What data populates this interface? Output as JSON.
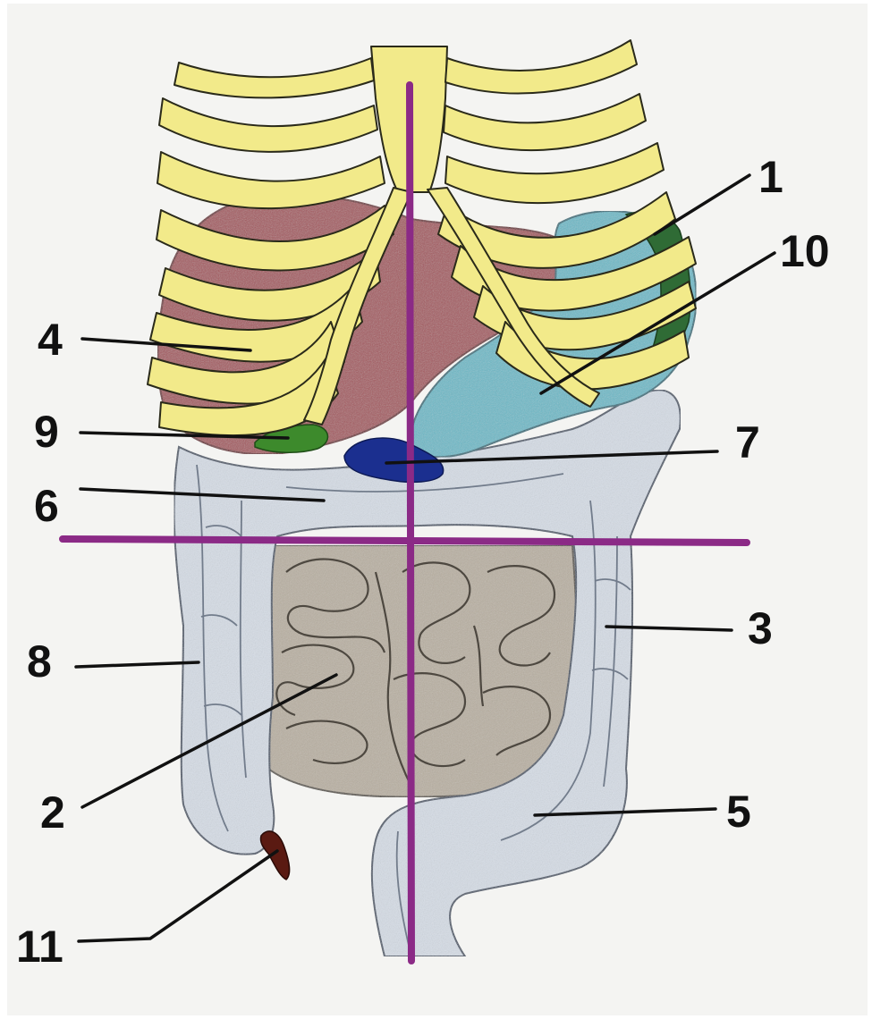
{
  "labels": {
    "l1": "1",
    "l2": "2",
    "l3": "3",
    "l4": "4",
    "l5": "5",
    "l6": "6",
    "l7": "7",
    "l8": "8",
    "l9": "9",
    "l10": "10",
    "l11": "11"
  },
  "colors": {
    "background": "#ffffff",
    "paper": "#f4f4f2",
    "ribs": "#f2ea8a",
    "rib_outline": "#2a2a1a",
    "liver": "#a5595f",
    "stomach": "#6cbac8",
    "spleen": "#2f6b35",
    "gallbladder": "#3d8a2c",
    "pancreas": "#1b2f8f",
    "colon": "#d6dde6",
    "small_intestine": "#b9b0a2",
    "appendix": "#5a1a12",
    "quadrant_lines": "#8b2a86",
    "leader_lines": "#111111"
  }
}
